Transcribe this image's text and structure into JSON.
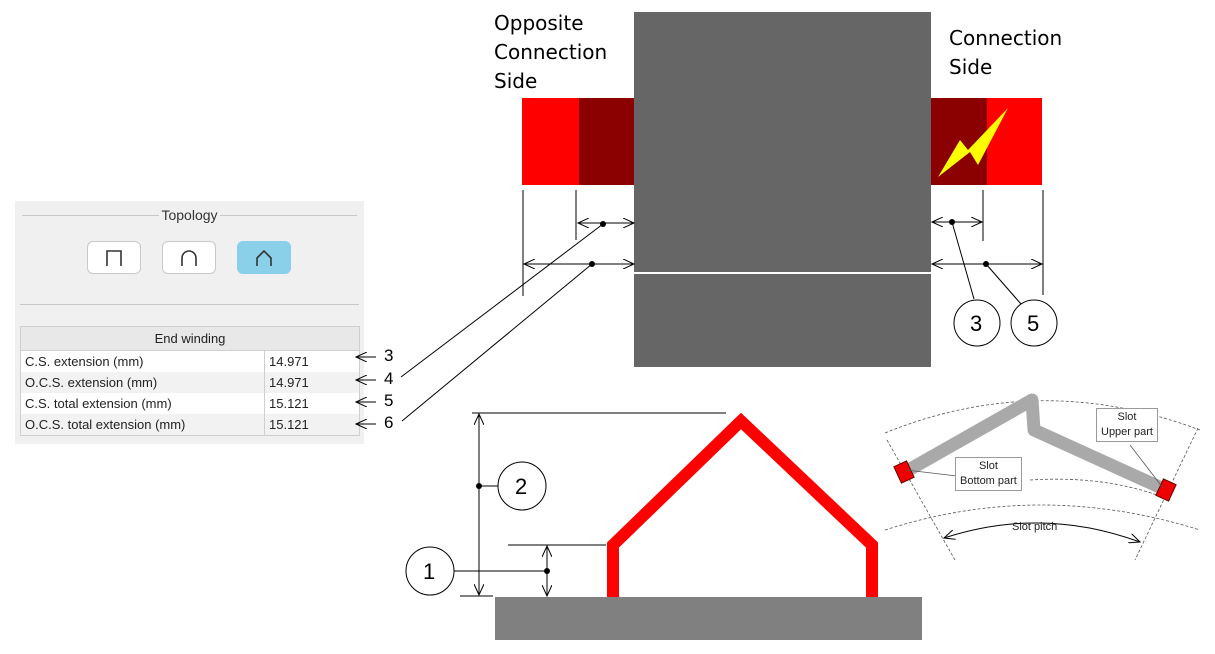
{
  "panel": {
    "topology_title": "Topology",
    "topology_buttons": [
      {
        "name": "square-u",
        "selected": false
      },
      {
        "name": "round-u",
        "selected": false
      },
      {
        "name": "pointed",
        "selected": true
      }
    ],
    "table_title": "End winding",
    "rows": [
      {
        "label": "C.S. extension (mm)",
        "value": "14.971",
        "marker": "3"
      },
      {
        "label": "O.C.S. extension (mm)",
        "value": "14.971",
        "marker": "4"
      },
      {
        "label": "C.S. total extension (mm)",
        "value": "15.121",
        "marker": "5"
      },
      {
        "label": "O.C.S. total extension (mm)",
        "value": "15.121",
        "marker": "6"
      }
    ]
  },
  "top_view": {
    "ocs_label_lines": [
      "Opposite",
      "Connection",
      "Side"
    ],
    "cs_label_lines": [
      "Connection",
      "Side"
    ],
    "callouts": [
      "3",
      "5"
    ],
    "colors": {
      "core": "#666666",
      "winding_outer": "#ff0000",
      "winding_inner": "#8b0000",
      "bolt": "#ffff00"
    }
  },
  "side_view": {
    "callouts": [
      "1",
      "2"
    ],
    "colors": {
      "coil": "#ff0000",
      "core": "#808080"
    }
  },
  "slot_view": {
    "upper_label_lines": [
      "Slot",
      "Upper part"
    ],
    "bottom_label_lines": [
      "Slot",
      "Bottom part"
    ],
    "pitch_label": "Slot pitch"
  }
}
